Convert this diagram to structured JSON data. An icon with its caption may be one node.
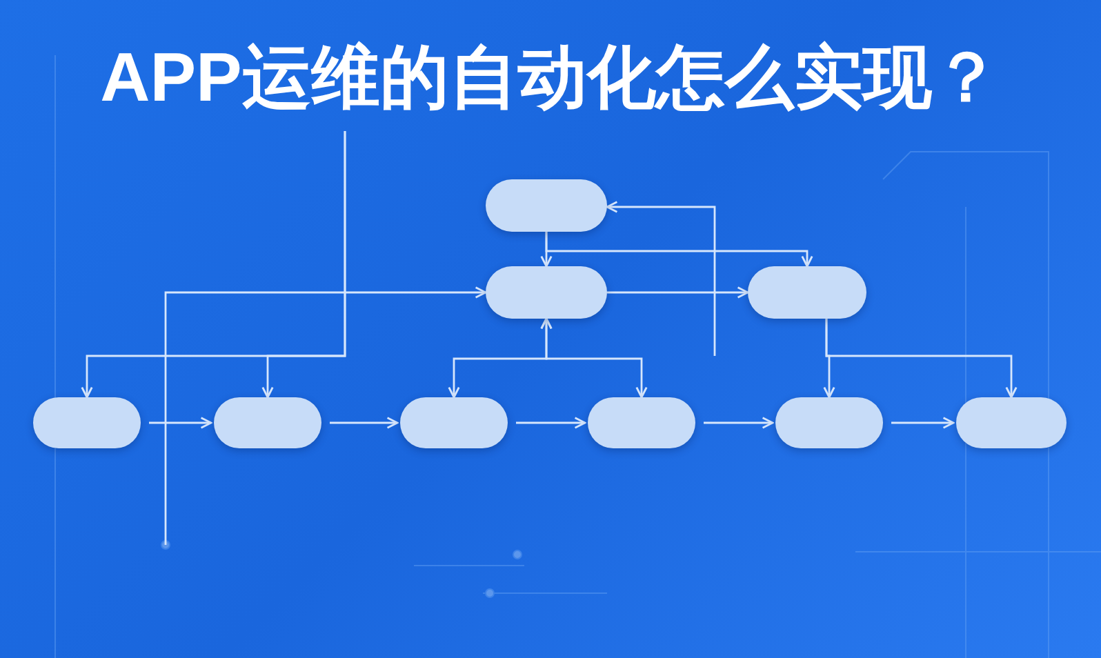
{
  "diagram": {
    "title": "APP运维的自动化怎么实现？",
    "nodes": [
      {
        "text": [],
        "shape": "box"
      },
      {
        "text": [],
        "shape": "box"
      },
      {
        "text": [],
        "shape": "box"
      },
      {
        "text": [],
        "shape": "box"
      },
      {
        "text": [],
        "shape": "box"
      },
      {
        "text": [],
        "shape": "box"
      },
      {
        "text": [],
        "shape": "box"
      },
      {
        "text": [],
        "shape": "box"
      },
      {
        "text": [],
        "shape": "box"
      }
    ],
    "edges": [
      {
        "from": 0,
        "to": 1,
        "arrow": "to"
      },
      {
        "from": 0,
        "to": 2,
        "arrow": "to"
      },
      {
        "from": 1,
        "to": 2,
        "arrow": "to"
      },
      {
        "from": null,
        "to": 0,
        "arrow": "to"
      },
      {
        "from": null,
        "to": 1,
        "arrow": "to"
      },
      {
        "from": 1,
        "to": 5,
        "arrow": "both"
      },
      {
        "from": 1,
        "to": 6,
        "arrow": "both"
      },
      {
        "from": null,
        "to": 3,
        "arrow": "to"
      },
      {
        "from": null,
        "to": 4,
        "arrow": "to"
      },
      {
        "from": 2,
        "to": 7,
        "arrow": "to"
      },
      {
        "from": 2,
        "to": 8,
        "arrow": "to"
      },
      {
        "from": 3,
        "to": 4,
        "arrow": "to"
      },
      {
        "from": 4,
        "to": 5,
        "arrow": "to"
      },
      {
        "from": 5,
        "to": 6,
        "arrow": "to"
      },
      {
        "from": 6,
        "to": 7,
        "arrow": "to"
      },
      {
        "from": 7,
        "to": 8,
        "arrow": "to"
      }
    ]
  }
}
